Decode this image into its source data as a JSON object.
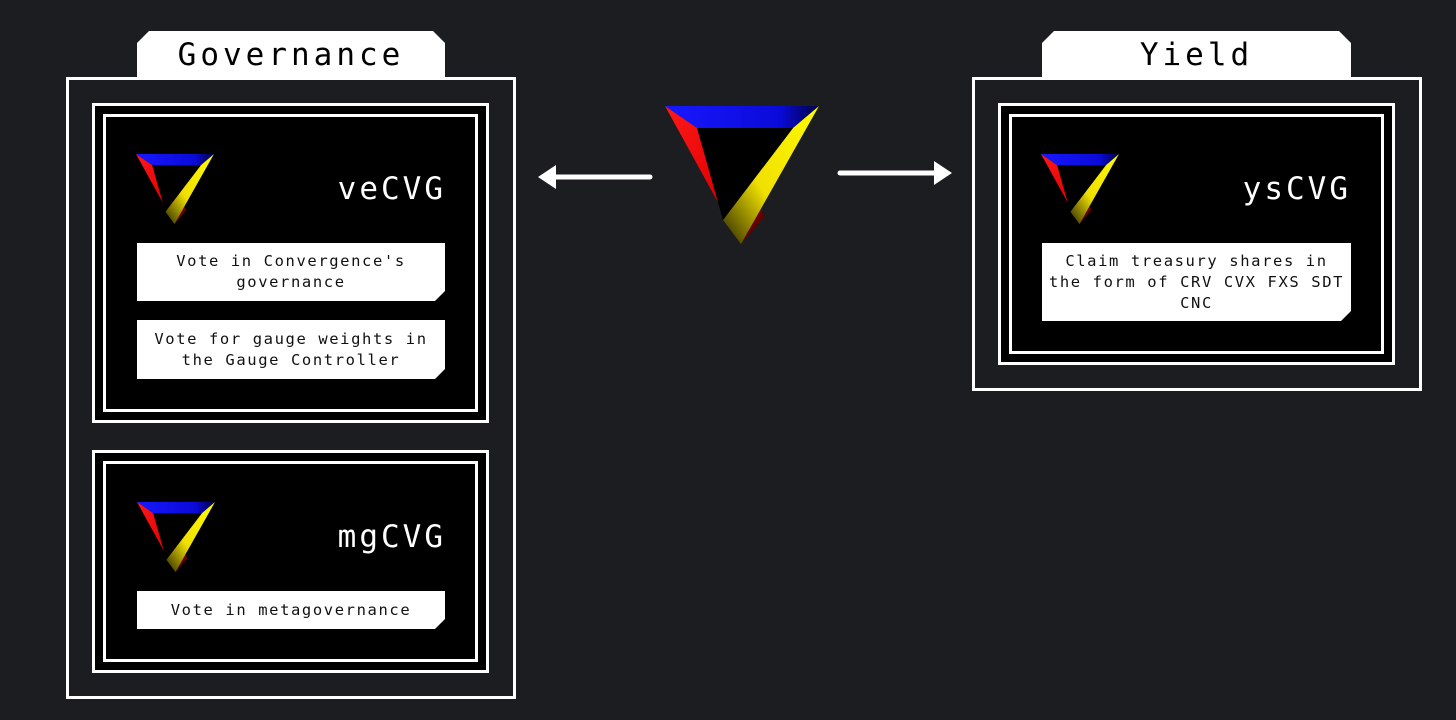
{
  "sections": {
    "governance": {
      "tab_label": "Governance",
      "tokens": [
        {
          "name": "veCVG",
          "features": [
            "Vote in Convergence's governance",
            "Vote for gauge weights in the Gauge Controller"
          ]
        },
        {
          "name": "mgCVG",
          "features": [
            "Vote in metagovernance"
          ]
        }
      ]
    },
    "yield": {
      "tab_label": "Yield",
      "tokens": [
        {
          "name": "ysCVG",
          "features": [
            "Claim treasury shares in the form of CRV CVX FXS SDT CNC"
          ]
        }
      ]
    }
  },
  "colors": {
    "background": "#1b1d20",
    "logo_blue": "#1010f0",
    "logo_red": "#f01010",
    "logo_yellow": "#f8f000",
    "frame": "#ffffff"
  },
  "icons": {
    "logo": "cvg-penrose-triangle-logo",
    "left_arrow": "arrow-left-icon",
    "right_arrow": "arrow-right-icon"
  }
}
